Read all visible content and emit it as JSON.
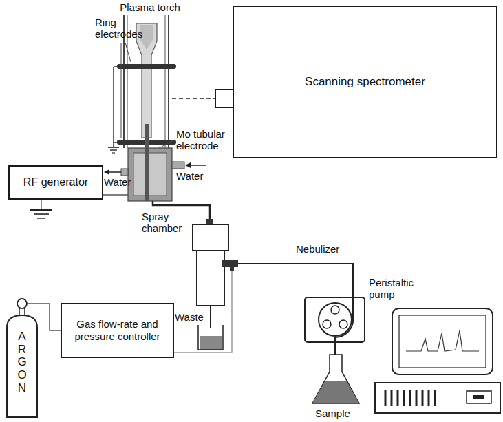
{
  "diagram": {
    "nodes": [
      {
        "text": [
          "Scanning spectrometer"
        ]
      },
      {
        "text": [
          "RF generator"
        ]
      },
      {
        "text": [
          "Gas flow-rate and pressure controller"
        ]
      },
      {
        "text": [
          "ARGON"
        ]
      }
    ],
    "edges": [
      {
        "from": 3,
        "to": 2,
        "arrow": "none"
      }
    ],
    "labels": [
      "Plasma torch",
      "Ring electrodes",
      "Mo tubular electrode",
      "Water",
      "Water",
      "Spray chamber",
      "Nebulizer",
      "Peristaltic pump",
      "Waste",
      "Sample"
    ]
  }
}
